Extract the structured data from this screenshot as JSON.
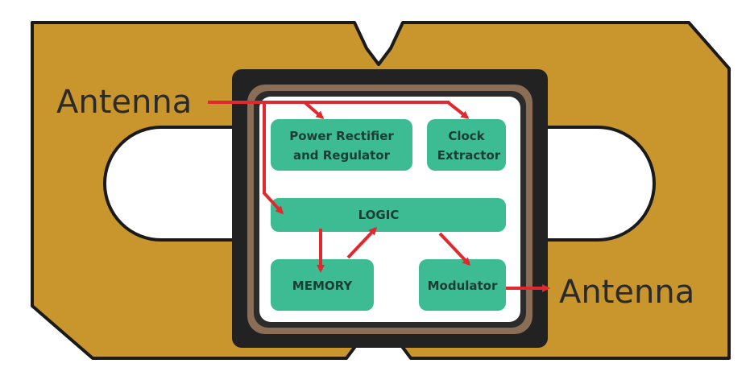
{
  "diagram": {
    "labels": {
      "antenna_in": "Antenna",
      "antenna_out": "Antenna"
    },
    "blocks": {
      "power": [
        "Power Rectifier",
        "and Regulator"
      ],
      "clock": [
        "Clock",
        "Extractor"
      ],
      "logic": "LOGIC",
      "memory": "MEMORY",
      "modulator": "Modulator"
    },
    "colors": {
      "card": "#c9952d",
      "card_outline": "#1a1a1a",
      "chip_outer": "#222222",
      "chip_ring": "#8a6d55",
      "chip_inner": "#ffffff",
      "block": "#3dbb92",
      "arrow": "#e0282e"
    }
  }
}
